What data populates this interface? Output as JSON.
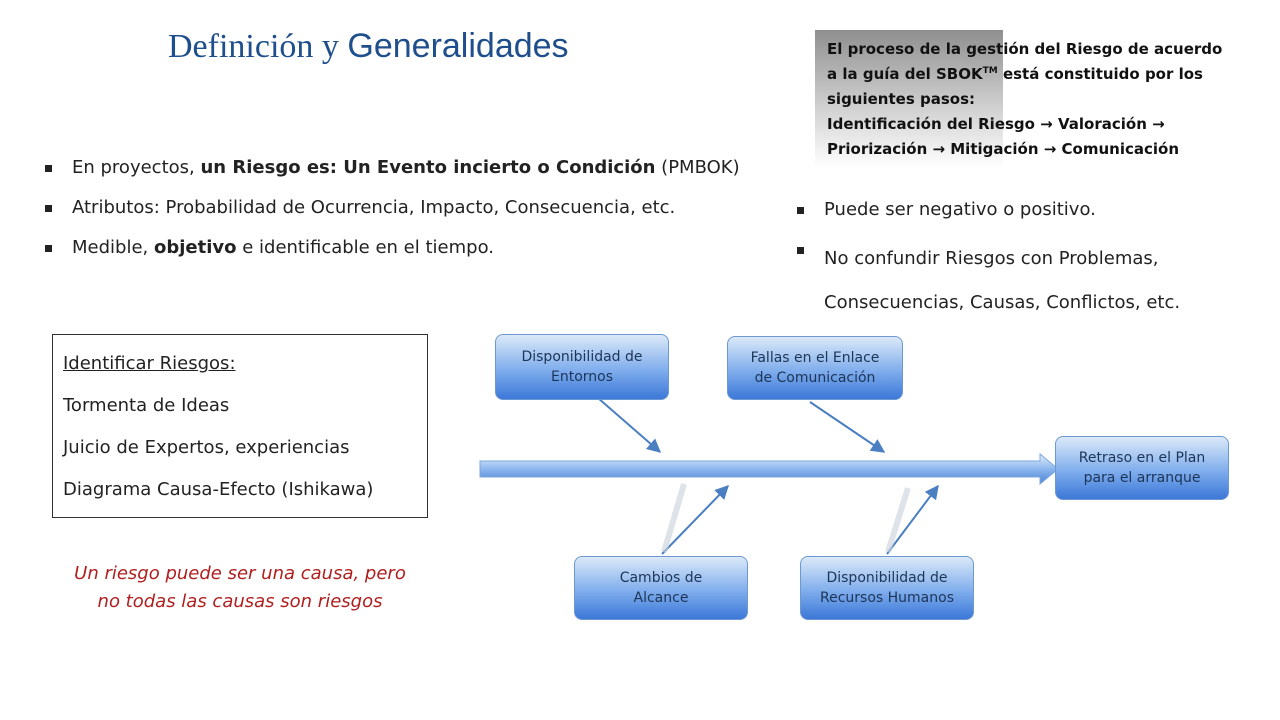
{
  "title": {
    "part1": "Definición y ",
    "part2": "Generalidades"
  },
  "callout": {
    "line1": "El proceso de la gestión del Riesgo de acuerdo",
    "line2a": "a la guía del SBOK",
    "line2sup": "TM",
    "line2b": " está constituido por los",
    "line3": "siguientes pasos:",
    "line4": "Identificación del Riesgo → Valoración →",
    "line5": "Priorización → Mitigación → Comunicación"
  },
  "left_bullets": {
    "b1": {
      "pre": "En proyectos, ",
      "bold": "un Riesgo es: Un Evento incierto o Condición",
      "post": " (PMBOK)"
    },
    "b2": "Atributos: Probabilidad de Ocurrencia, Impacto, Consecuencia, etc.",
    "b3": {
      "pre": "Medible, ",
      "bold": "objetivo",
      "post": " e identificable en el tiempo."
    }
  },
  "right_bullets": {
    "b1": "Puede ser negativo o positivo.",
    "b2a": "No confundir Riesgos con Problemas,",
    "b2b": "Consecuencias, Causas, Conflictos, etc."
  },
  "identify_box": {
    "heading": "Identificar Riesgos:",
    "items": [
      "Tormenta de Ideas",
      "Juicio de Expertos, experiencias",
      "Diagrama Causa-Efecto (Ishikawa)"
    ]
  },
  "note": {
    "line1": "Un riesgo puede ser una causa, pero",
    "line2": "no todas las causas son riesgos"
  },
  "diagram": {
    "causes": [
      {
        "line1": "Disponibilidad de",
        "line2": "Entornos"
      },
      {
        "line1": "Fallas en el Enlace",
        "line2": "de Comunicación"
      },
      {
        "line1": "Cambios de",
        "line2": "Alcance"
      },
      {
        "line1": "Disponibilidad de",
        "line2": "Recursos Humanos"
      }
    ],
    "effect": {
      "line1": "Retraso en el Plan",
      "line2": "para el arranque"
    }
  },
  "colors": {
    "title": "#1f4e8c",
    "note": "#b01e1e",
    "node_dark": "#3c78d8",
    "arrow": "#4a7fc1"
  }
}
